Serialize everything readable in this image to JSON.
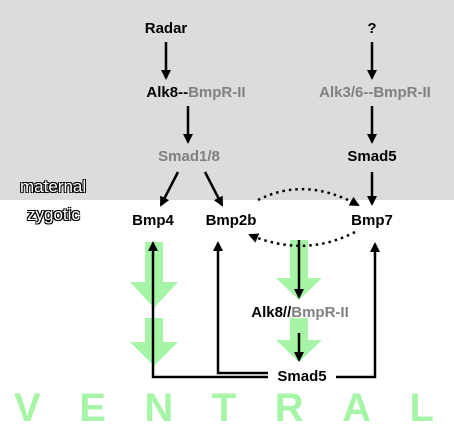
{
  "labels": {
    "radar": "Radar",
    "question": "?",
    "alk8": "Alk8--",
    "bmpr2_top": "BmpR-II",
    "alk36_bmpr2": "Alk3/6--BmpR-II",
    "smad18": "Smad1/8",
    "smad5_top": "Smad5",
    "maternal": "maternal",
    "zygotic": "zygotic",
    "bmp4": "Bmp4",
    "bmp2b": "Bmp2b",
    "bmp7": "Bmp7",
    "alk8_lower": "Alk8//",
    "bmpr2_lower": "BmpR-II",
    "smad5_bottom": "Smad5"
  },
  "ventral_letters": [
    "V",
    "E",
    "N",
    "T",
    "R",
    "A",
    "L"
  ],
  "colors": {
    "maternal_background": "#dcdcdc",
    "grey_text": "#808080",
    "green_arrow": "#a6f5a6"
  }
}
